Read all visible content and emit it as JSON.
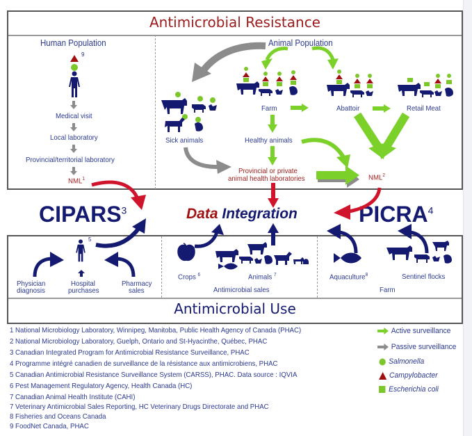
{
  "colors": {
    "navy": "#1e2a87",
    "dark_red": "#9b1b1b",
    "arrow_red": "#d0142c",
    "active_green": "#7cd02a",
    "passive_gray": "#8c8c8c",
    "salmonella": "#7cc82a",
    "campylobacter": "#a01010",
    "ecoli": "#7cc82a"
  },
  "resistance": {
    "title": "Antimicrobial Resistance",
    "human": {
      "title": "Human Population",
      "source_sup": "9",
      "steps": [
        "Medical visit",
        "Local laboratory",
        "Provincial/territorial laboratory"
      ],
      "nml": "NML",
      "nml_sup": "1"
    },
    "animal": {
      "title": "Animal Population",
      "sick": "Sick animals",
      "farm": "Farm",
      "abattoir": "Abattoir",
      "retail": "Retail Meat",
      "healthy": "Healthy animals",
      "labs_line1": "Provincial or private",
      "labs_line2": "animal health laboratories",
      "nml": "NML",
      "nml_sup": "2"
    }
  },
  "programs": {
    "cipars": "CIPARS",
    "cipars_sup": "3",
    "data": "Data",
    "integration": "Integration",
    "picra": "PICRA",
    "picra_sup": "4"
  },
  "use": {
    "title": "Antimicrobial Use",
    "human_sup": "5",
    "physician_1": "Physician",
    "physician_2": "diagnosis",
    "hospital_1": "Hospital",
    "hospital_2": "purchases",
    "pharmacy_1": "Pharmacy",
    "pharmacy_2": "sales",
    "crops": "Crops",
    "crops_sup": "6",
    "animals": "Animals",
    "animals_sup": "7",
    "sales": "Antimicrobial sales",
    "aquaculture": "Aquaculture",
    "aquaculture_sup": "8",
    "sentinel": "Sentinel flocks",
    "farm": "Farm"
  },
  "footnotes": [
    "1 National Microbiology Laboratory, Winnipeg, Manitoba, Public Health Agency of Canada (PHAC)",
    "2 National Microbiology Laboratory, Guelph, Ontario and St-Hyacinthe, Québec, PHAC",
    "3 Canadian Integrated Program for Antimicrobial Resistance Surveillance, PHAC",
    "4 Programme intégré canadien de surveillance de la résistance aux antimicrobiens, PHAC",
    "5 Canadian Antimicrobial Resistance Surveillance System (CARSS), PHAC. Data source : IQVIA",
    "6 Pest Management Regulatory Agency, Health Canada (HC)",
    "7 Canadian Animal Health Institute (CAHI)",
    "7 Veterinary Antimicrobial Sales Reporting, HC Veterinary Drugs Directorate and PHAC",
    "8 Fisheries and Oceans Canada",
    "9 FoodNet Canada, PHAC"
  ],
  "legend": {
    "active": "Active surveillance",
    "passive": "Passive surveillance",
    "salmonella": "Salmonella",
    "campylobacter": "Campylobacter",
    "ecoli": "Escherichia coli"
  }
}
